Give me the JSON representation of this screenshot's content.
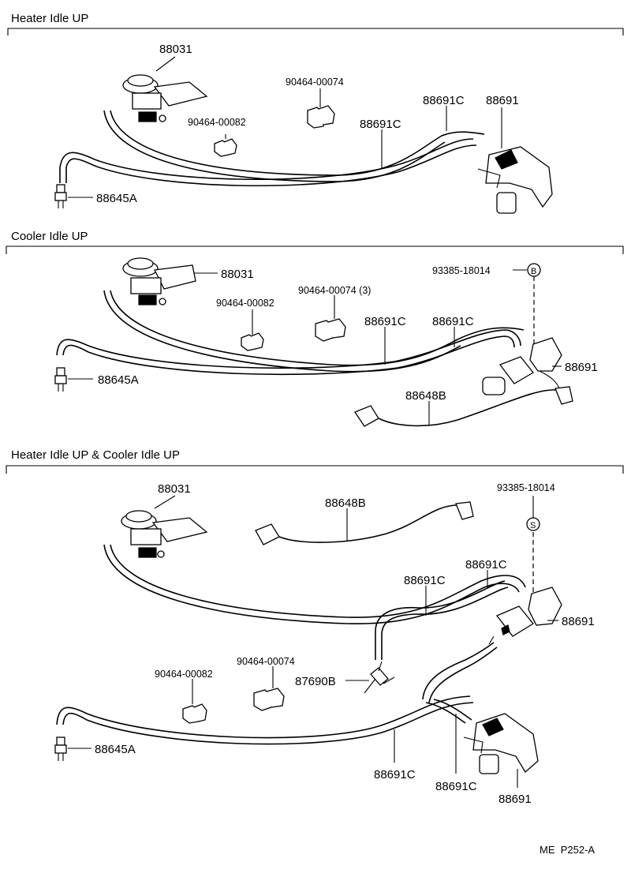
{
  "sections": [
    {
      "title": "Heater Idle UP",
      "labels": {
        "p88031": "88031",
        "p90464_00074": "90464-00074",
        "p90464_00082": "90464-00082",
        "p88691C_a": "88691C",
        "p88691C_b": "88691C",
        "p88691": "88691",
        "p88645A": "88645A"
      }
    },
    {
      "title": "Cooler Idle UP",
      "labels": {
        "p88031": "88031",
        "p93385": "93385-18014",
        "badge": "B",
        "p90464_00082": "90464-00082",
        "p90464_00074": "90464-00074 (3)",
        "p88691C_a": "88691C",
        "p88691C_b": "88691C",
        "p88691": "88691",
        "p88645A": "88645A",
        "p88648B": "88648B"
      }
    },
    {
      "title": "Heater Idle UP & Cooler Idle UP",
      "labels": {
        "p88031": "88031",
        "p88648B": "88648B",
        "p93385": "93385-18014",
        "badge": "S",
        "p88691C_a": "88691C",
        "p88691C_b": "88691C",
        "p88691_a": "88691",
        "p90464_00082": "90464-00082",
        "p90464_00074": "90464-00074",
        "p87690B": "87690B",
        "p88645A": "88645A",
        "p88691C_c": "88691C",
        "p88691C_d": "88691C",
        "p88691_b": "88691"
      }
    }
  ],
  "footer": {
    "code": "ME  P252-A"
  }
}
